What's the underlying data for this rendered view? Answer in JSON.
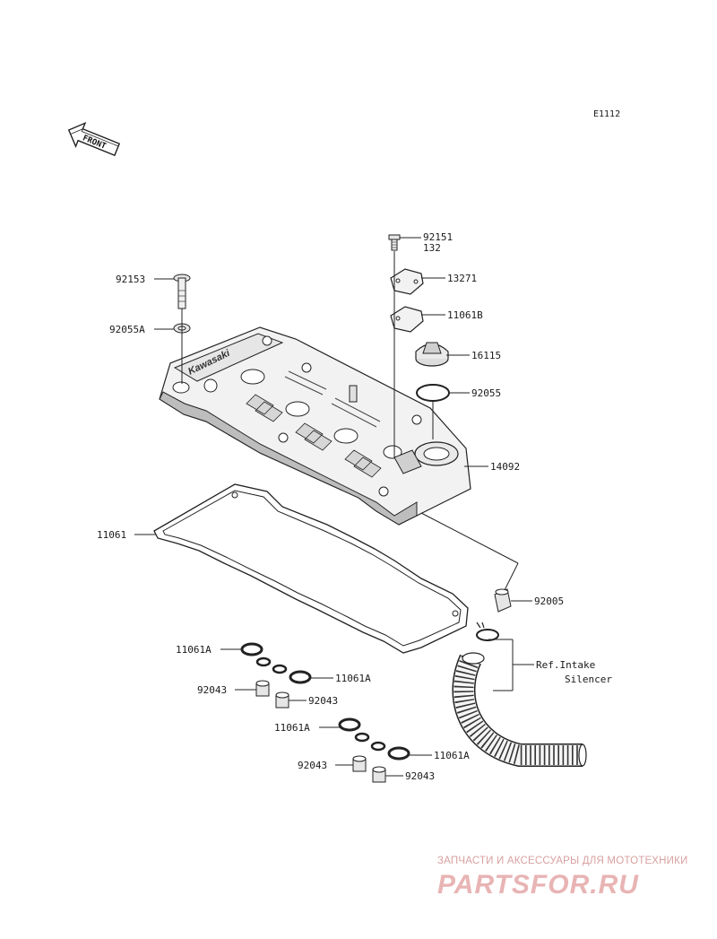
{
  "diagram_code": "E1112",
  "front_label": "FRONT",
  "cover_brand": "Kawasaki",
  "labels": {
    "p92151": "92151",
    "p132": "132",
    "p13271": "13271",
    "p11061B": "11061B",
    "p16115": "16115",
    "p92055": "92055",
    "p14092": "14092",
    "p92153": "92153",
    "p92055A": "92055A",
    "p11061": "11061",
    "p92005": "92005",
    "ref_line1": "Ref.Intake",
    "ref_line2": "Silencer",
    "p11061A_1": "11061A",
    "p92043_1": "92043",
    "p11061A_2": "11061A",
    "p92043_2": "92043",
    "p11061A_3": "11061A",
    "p92043_3": "92043",
    "p11061A_4": "11061A",
    "p92043_4": "92043"
  },
  "watermark": {
    "line1": "ЗАПЧАСТИ И АКСЕССУАРЫ ДЛЯ МОТОТЕХНИКИ",
    "line2": "PARTSFOR.RU"
  }
}
